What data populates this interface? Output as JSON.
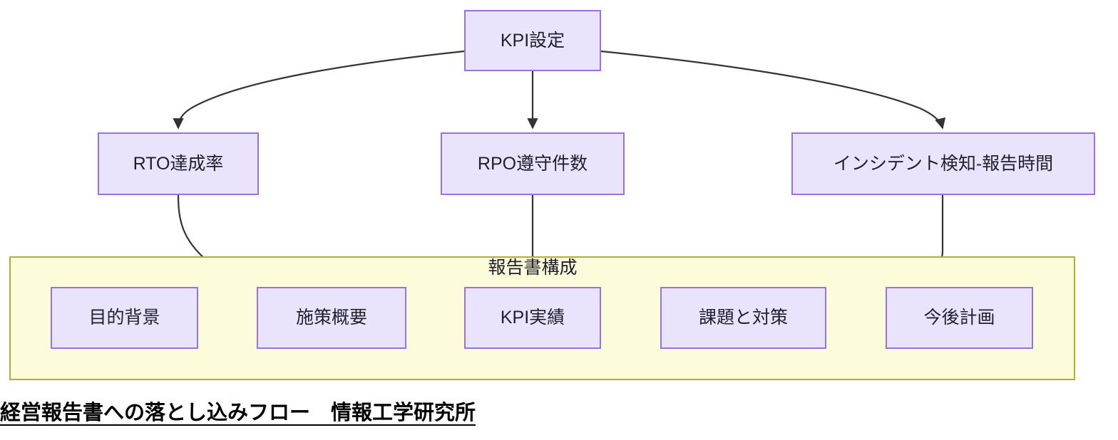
{
  "diagram": {
    "title": "経営報告書への落とし込みフロー　情報工学研究所",
    "cluster": {
      "label": "報告書構成",
      "fill": "#fcfbda",
      "stroke": "#b2ad37"
    },
    "node_style": {
      "fill": "#e9e4fb",
      "stroke": "#9873e0",
      "text_color": "#1f1f2e"
    },
    "edge_color": "#333333",
    "nodes": {
      "kpi_setting": "KPI設定",
      "rto_rate": "RTO達成率",
      "rpo_count": "RPO遵守件数",
      "incident_time": "インシデント検知-報告時間",
      "purpose_background": "目的背景",
      "measure_overview": "施策概要",
      "kpi_result": "KPI実績",
      "issues_measures": "課題と対策",
      "future_plan": "今後計画"
    },
    "edges": [
      {
        "from": "KPI設定",
        "to": "RTO達成率"
      },
      {
        "from": "KPI設定",
        "to": "RPO遵守件数"
      },
      {
        "from": "KPI設定",
        "to": "インシデント検知-報告時間"
      },
      {
        "from": "RTO達成率",
        "to": "KPI実績"
      },
      {
        "from": "RPO遵守件数",
        "to": "KPI実績"
      },
      {
        "from": "インシデント検知-報告時間",
        "to": "課題と対策"
      },
      {
        "from": "課題と対策",
        "to": "KPI実績"
      }
    ]
  }
}
